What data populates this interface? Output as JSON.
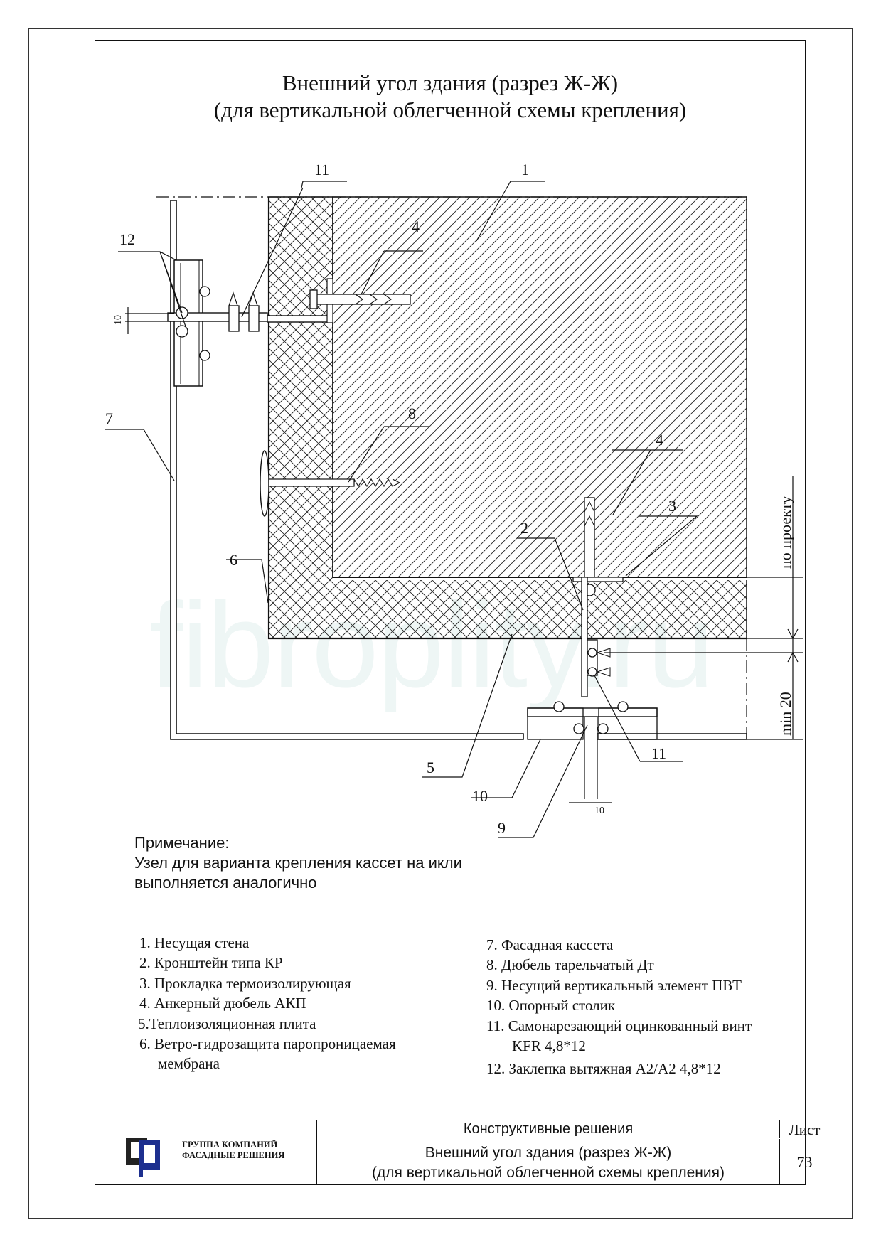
{
  "title": {
    "line1": "Внешний угол здания (разрез Ж-Ж)",
    "line2": "(для вертикальной облегченной схемы крепления)"
  },
  "watermark": "fibroplity.ru",
  "callouts": {
    "c1": "1",
    "c2": "2",
    "c3": "3",
    "c4a": "4",
    "c4b": "4",
    "c5": "5",
    "c6": "6",
    "c7": "7",
    "c8": "8",
    "c9": "9",
    "c10": "10",
    "c11a": "11",
    "c11b": "11",
    "c12": "12"
  },
  "dimensions": {
    "left_gap": "10",
    "bottom_gap": "10",
    "per_project": "по проекту",
    "min20": "min 20"
  },
  "note": {
    "heading": "Примечание:",
    "line1": "Узел для варианта крепления кассет на икли",
    "line2": "выполняется аналогично"
  },
  "legend_left": [
    "1. Несущая стена",
    "2. Кронштейн типа КР",
    "3. Прокладка термоизолирующая",
    "4. Анкерный дюбель АКП",
    "5.Теплоизоляционная плита",
    "6. Ветро-гидрозащита паропроницаемая",
    "мембрана"
  ],
  "legend_right": [
    "7. Фасадная кассета",
    "8. Дюбель тарельчатый Дт",
    "9. Несущий вертикальный элемент ПВТ",
    "10. Опорный столик",
    "11. Самонарезающий оцинкованный винт",
    "KFR 4,8*12",
    "12. Заклепка вытяжная А2/А2 4,8*12"
  ],
  "stamp": {
    "company_line1": "ГРУППА КОМПАНИЙ",
    "company_line2": "ФАСАДНЫЕ РЕШЕНИЯ",
    "header": "Конструктивные решения",
    "sheet_label": "Лист",
    "sheet_number": "73",
    "main_line1": "Внешний угол здания (разрез Ж-Ж)",
    "main_line2": "(для вертикальной облегченной схемы крепления)"
  },
  "colors": {
    "line": "#111111",
    "logo_blue": "#1d2f8f",
    "logo_dark": "#222222",
    "watermark": "#eef6f5"
  }
}
